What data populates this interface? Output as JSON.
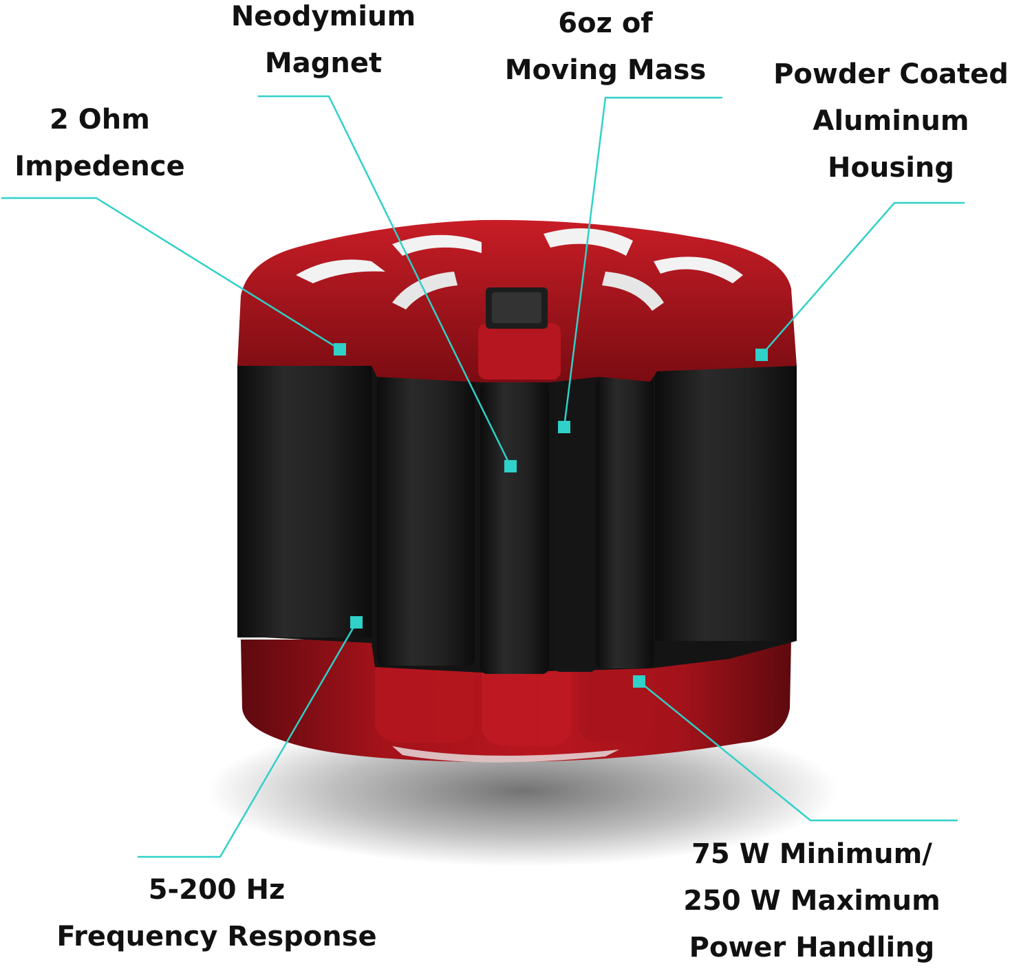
{
  "colors": {
    "accent": "#2fd1c8",
    "housing_red": "#a3121a",
    "housing_dark": "#5e0a0f",
    "sleeve_black": "#1b1b1b",
    "text": "#111111"
  },
  "callouts": {
    "neodymium": {
      "line1": "Neodymium",
      "line2": "Magnet"
    },
    "moving_mass": {
      "line1": "6oz of",
      "line2": "Moving Mass"
    },
    "housing": {
      "line1": "Powder Coated",
      "line2": "Aluminum",
      "line3": "Housing"
    },
    "impedance": {
      "line1": "2 Ohm",
      "line2": "Impedence"
    },
    "frequency": {
      "line1": "5-200 Hz",
      "line2": "Frequency Response"
    },
    "power": {
      "line1": "75 W Minimum/",
      "line2": "250 W Maximum",
      "line3": "Power Handling"
    }
  }
}
